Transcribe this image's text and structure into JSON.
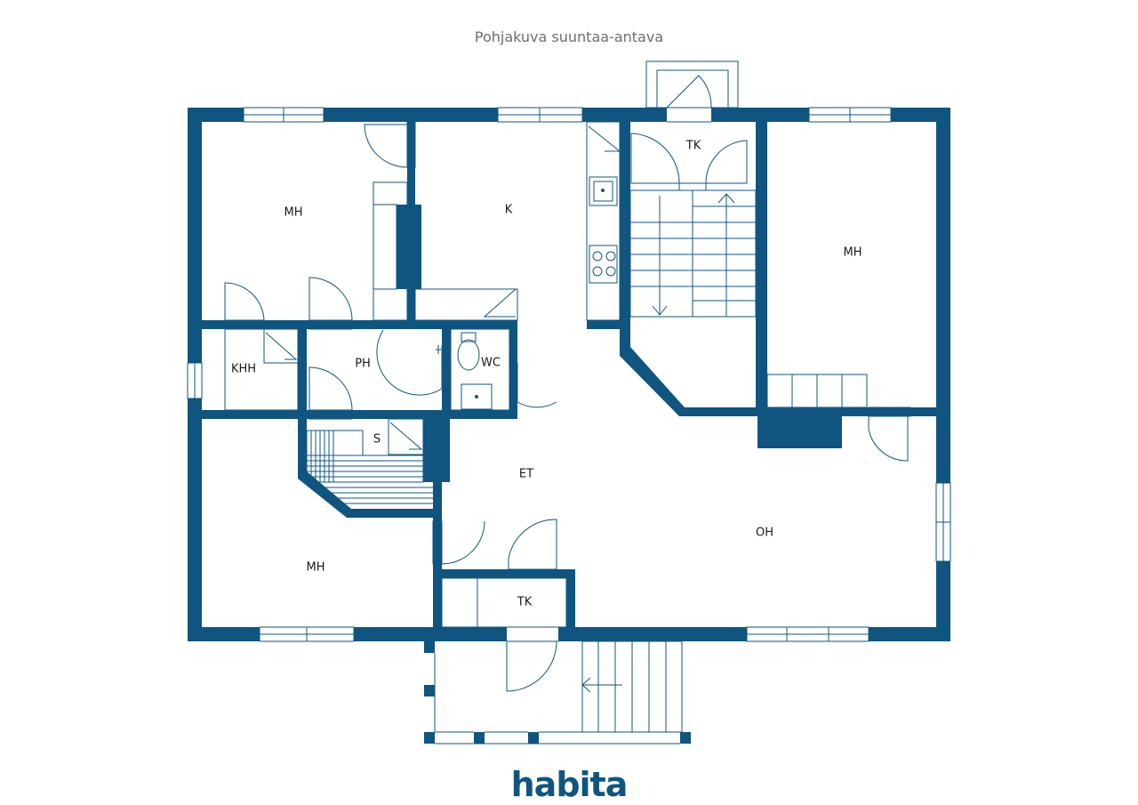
{
  "caption": "Pohjakuva suuntaa-antava",
  "brand": {
    "logo_text": "habita",
    "color": "#0f5580"
  },
  "rooms": [
    {
      "id": "mh-top-left",
      "label": "MH"
    },
    {
      "id": "k",
      "label": "K"
    },
    {
      "id": "tk-top",
      "label": "TK"
    },
    {
      "id": "mh-right",
      "label": "MH"
    },
    {
      "id": "khh",
      "label": "KHH"
    },
    {
      "id": "ph",
      "label": "PH"
    },
    {
      "id": "wc",
      "label": "WC"
    },
    {
      "id": "s",
      "label": "S"
    },
    {
      "id": "et",
      "label": "ET"
    },
    {
      "id": "oh",
      "label": "OH"
    },
    {
      "id": "mh-bottom-left",
      "label": "MH"
    },
    {
      "id": "tk-bottom",
      "label": "TK"
    }
  ]
}
